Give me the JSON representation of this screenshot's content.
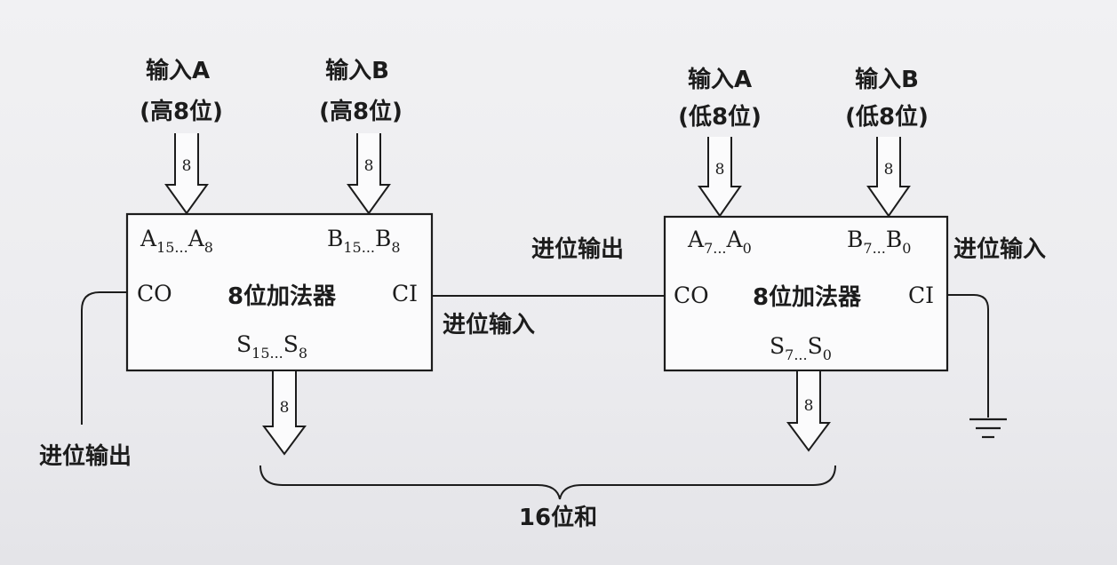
{
  "inputs": {
    "left_a": {
      "line1": "输入A",
      "line2": "(高8位)"
    },
    "left_b": {
      "line1": "输入B",
      "line2": "(高8位)"
    },
    "right_a": {
      "line1": "输入A",
      "line2": "(低8位)"
    },
    "right_b": {
      "line1": "输入B",
      "line2": "(低8位)"
    }
  },
  "bus_width": "8",
  "left_adder": {
    "title": "8位加法器",
    "a_main": "A",
    "a_sub1": "15",
    "a_dots": "...",
    "a_main2": "A",
    "a_sub2": "8",
    "b_main": "B",
    "b_sub1": "15",
    "b_dots": "...",
    "b_main2": "B",
    "b_sub2": "8",
    "s_main": "S",
    "s_sub1": "15",
    "s_dots": "...",
    "s_main2": "S",
    "s_sub2": "8",
    "co": "CO",
    "ci": "CI"
  },
  "right_adder": {
    "title": "8位加法器",
    "a_main": "A",
    "a_sub1": "7",
    "a_dots": "...",
    "a_main2": "A",
    "a_sub2": "0",
    "b_main": "B",
    "b_sub1": "7",
    "b_dots": "...",
    "b_main2": "B",
    "b_sub2": "0",
    "s_main": "S",
    "s_sub1": "7",
    "s_dots": "...",
    "s_main2": "S",
    "s_sub2": "0",
    "co": "CO",
    "ci": "CI"
  },
  "labels": {
    "carry_out_left": "进位输出",
    "carry_in_middle": "进位输入",
    "carry_out_middle": "进位输出",
    "carry_in_right": "进位输入",
    "sum": "16位和"
  }
}
